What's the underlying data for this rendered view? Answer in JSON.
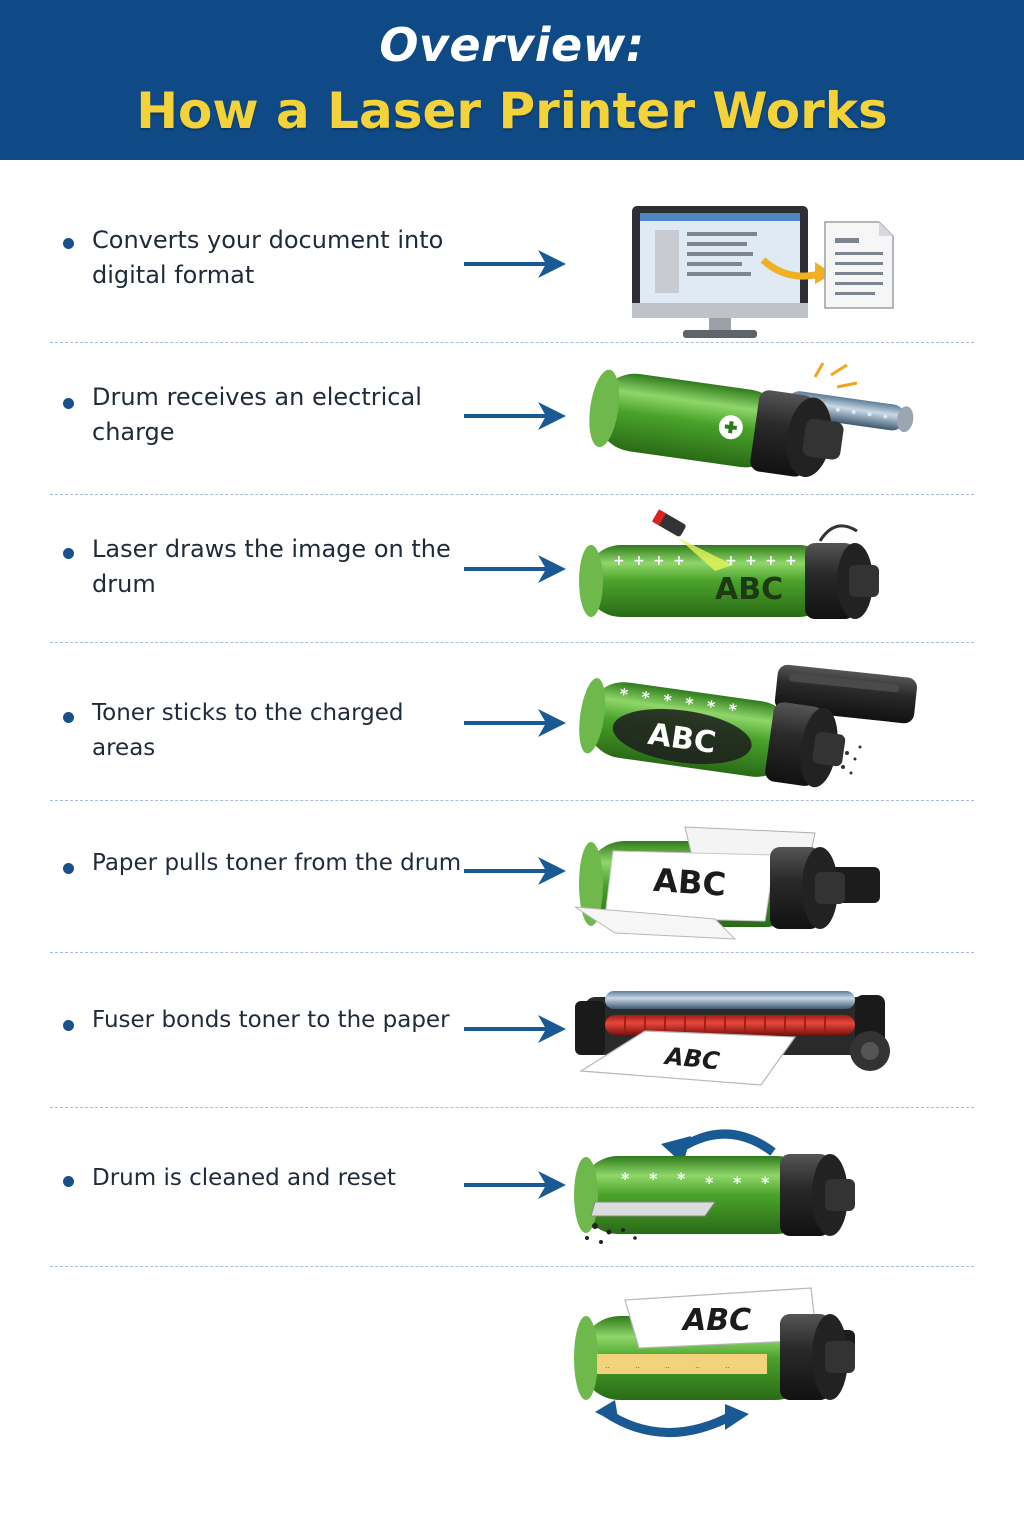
{
  "header": {
    "title_line1": "Overview:",
    "title_line2": "How a Laser Printer Works"
  },
  "colors": {
    "header_bg": "#0f4a86",
    "title_accent": "#f3d23a",
    "arrow": "#1a5a94",
    "drum_green": "#4aa32a"
  },
  "steps": [
    {
      "label": "Converts your document into digital format",
      "illustration": "computer-document-icon"
    },
    {
      "label": "Drum receives an electrical charge",
      "illustration": "charged-drum-icon"
    },
    {
      "label": "Laser draws the image on the drum",
      "illustration": "laser-drum-icon",
      "drum_text": "ABC"
    },
    {
      "label": "Toner sticks to the charged areas",
      "illustration": "toner-drum-icon",
      "drum_text": "ABC"
    },
    {
      "label": "Paper pulls toner from the drum",
      "illustration": "paper-transfer-icon",
      "drum_text": "ABC"
    },
    {
      "label": "Fuser bonds toner to the paper",
      "illustration": "fuser-icon",
      "drum_text": "ABC"
    },
    {
      "label": "Drum is cleaned and reset",
      "illustration": "cleaning-drum-icon"
    }
  ],
  "final_illustration": {
    "illustration": "printed-output-icon",
    "paper_text": "ABC"
  }
}
